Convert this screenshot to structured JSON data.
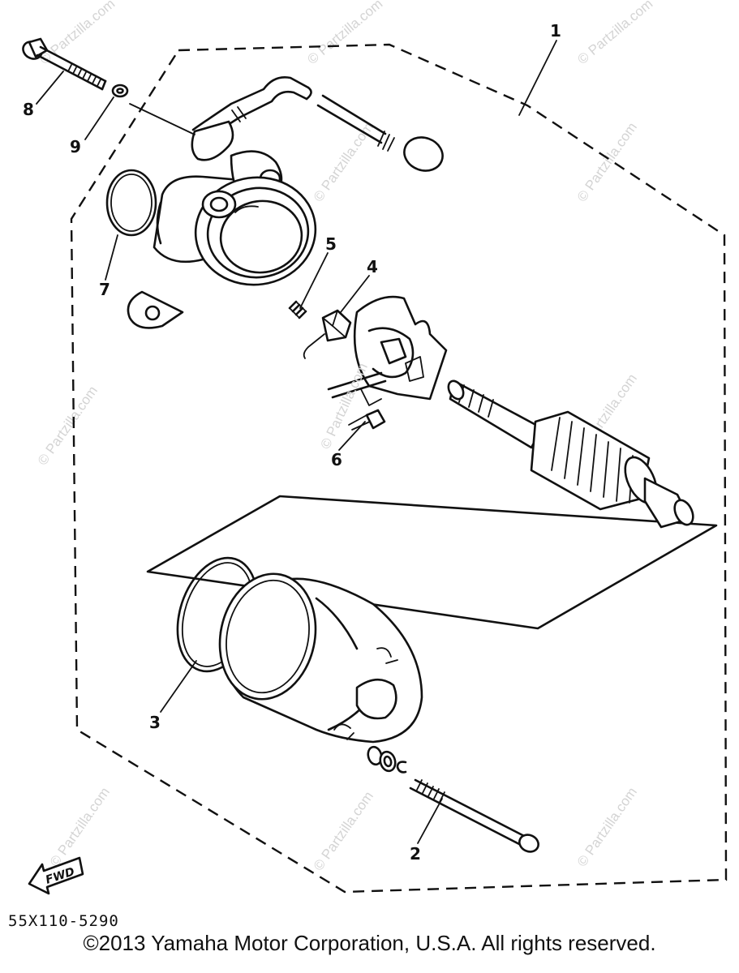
{
  "watermarks": [
    "© Partzilla.com",
    "© Partzilla.com",
    "© Partzilla.com",
    "© Partzilla.com",
    "© Partzilla.com",
    "© Partzilla.com",
    "© Partzilla.com",
    "© Partzilla.com",
    "© Partzilla.com",
    "© Partzilla.com"
  ],
  "callouts": [
    "1",
    "2",
    "3",
    "4",
    "5",
    "6",
    "7",
    "8",
    "9"
  ],
  "fwd_label": "FWD",
  "diagram_code": "55X110-5290",
  "copyright": "©2013 Yamaha Motor Corporation, U.S.A. All rights reserved."
}
